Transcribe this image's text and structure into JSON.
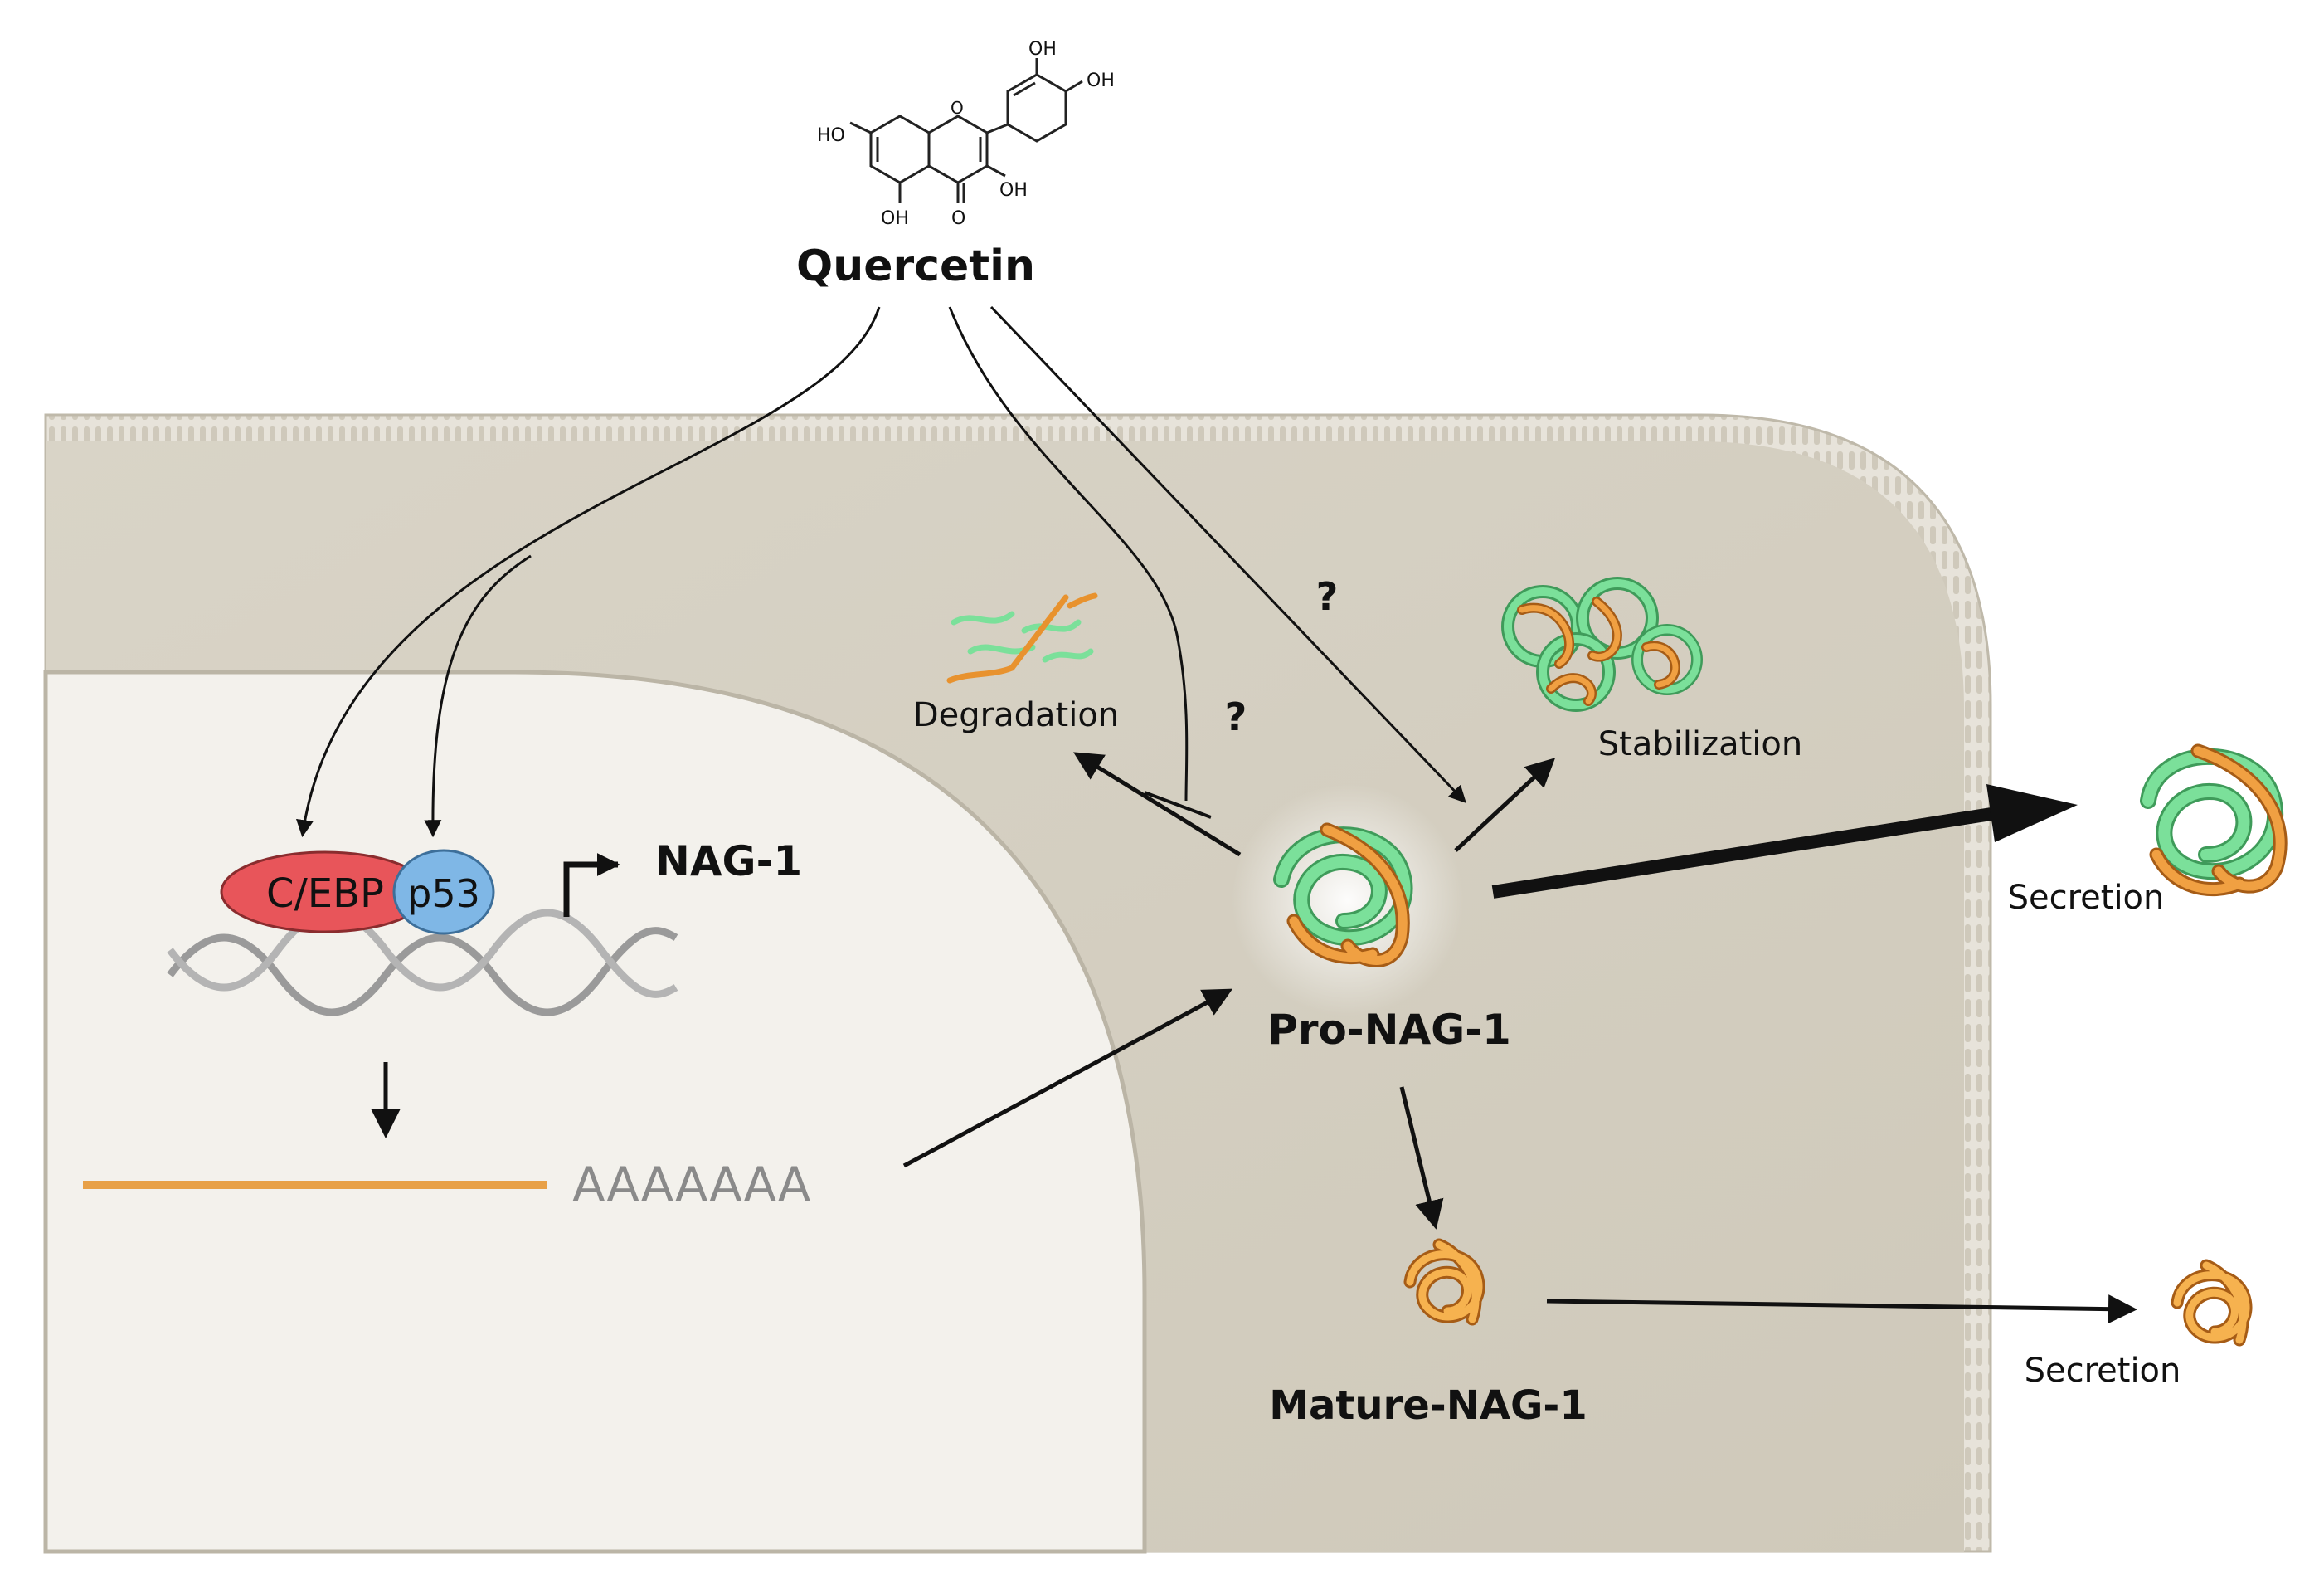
{
  "molecule": {
    "name": "Quercetin",
    "oh_groups": [
      "OH",
      "OH",
      "HO",
      "OH",
      "OH"
    ],
    "carbonyl": "O",
    "ring_oxygen": "O"
  },
  "dna_complex": {
    "cebp": "C/EBP",
    "p53": "p53",
    "gene": "NAG-1"
  },
  "mrna": {
    "polya": "AAAAAAA"
  },
  "pro_nag1": {
    "label": "Pro-NAG-1"
  },
  "mature_nag1": {
    "label": "Mature-NAG-1"
  },
  "fates": {
    "degradation": "Degradation",
    "stabilization": "Stabilization",
    "secretion_pro": "Secretion",
    "secretion_mature": "Secretion"
  },
  "unknowns": {
    "q1": "?",
    "q2": "?"
  },
  "colors": {
    "cytoplasm": "#d8d3c6",
    "nucleus": "#f2f0ec",
    "membrane": "#c9c3b4",
    "cebp": "#e8555a",
    "p53": "#7fb7e6",
    "mrna": "#e8a046",
    "protein_green": "#6cd48a",
    "protein_orange": "#e8922e",
    "arrow": "#111111"
  }
}
